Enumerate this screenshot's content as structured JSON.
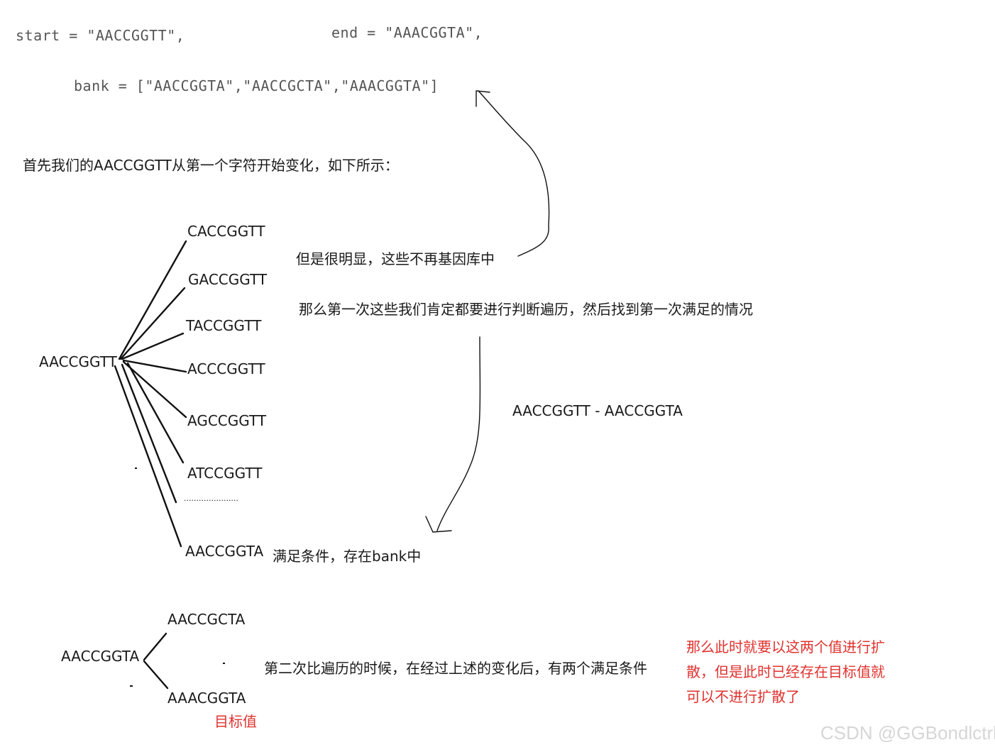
{
  "code": {
    "start": "start = \"AACCGGTT\",",
    "end": "end = \"AAACGGTA\",",
    "bank": "bank =  [\"AACCGGTA\",\"AACCGCTA\",\"AAACGGTA\"]"
  },
  "intro": "首先我们的AACCGGTT从第一个字符开始变化，如下所示：",
  "tree1": {
    "root": "AACCGGTT",
    "children": [
      "CACCGGTT",
      "GACCGGTT",
      "TACCGGTT",
      "ACCCGGTT",
      "AGCCGGTT",
      "ATCCGGTT",
      "......................",
      "AACCGGTA"
    ]
  },
  "notes": {
    "not_in_bank": "但是很明显，这些不再基因库中",
    "first_traverse": "那么第一次这些我们肯定都要进行判断遍历，然后找到第一次满足的情况",
    "transition": "AACCGGTT - AACCGGTA",
    "satisfies": "满足条件，存在bank中"
  },
  "tree2": {
    "root": "AACCGGTA",
    "children": [
      "AACCGCTA",
      "AAACGGTA"
    ],
    "target_label": "目标值"
  },
  "second_traverse": "第二次比遍历的时候，在经过上述的变化后，有两个满足条件",
  "red_note": {
    "line1": "那么此时就要以这两个值进行扩",
    "line2": "散，但是此时已经存在目标值就",
    "line3": "可以不进行扩散了"
  },
  "watermark": "CSDN @GGBondlctrl",
  "colors": {
    "accent_red": "#e0322e",
    "code_gray": "#555555",
    "ink": "#1a1a1a"
  }
}
